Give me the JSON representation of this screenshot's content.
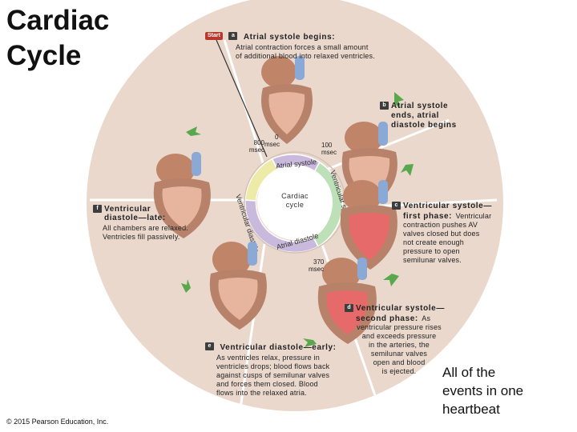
{
  "title": {
    "line1": "Cardiac",
    "line2": "Cycle"
  },
  "center_label": {
    "line1": "Cardiac",
    "line2": "cycle"
  },
  "start_label": "Start",
  "ring_labels": {
    "atrial_systole": "Atrial systole",
    "atrial_diastole": "Atrial diastole",
    "ventricular_systole": "Ventricular systole",
    "ventricular_diastole": "Ventricular diastole"
  },
  "times": {
    "t0": {
      "value": "0",
      "unit": "msec"
    },
    "t100": {
      "value": "100",
      "unit": "msec"
    },
    "t370": {
      "value": "370",
      "unit": "msec"
    },
    "t800": {
      "value": "800",
      "unit": "msec"
    }
  },
  "phases": {
    "a": {
      "letter": "a",
      "title": "Atrial systole begins:",
      "desc": [
        "Atrial contraction forces a small amount",
        "of additional blood into relaxed ventricles."
      ]
    },
    "b": {
      "letter": "b",
      "title": [
        "Atrial systole",
        "ends, atrial",
        "diastole begins"
      ]
    },
    "c": {
      "letter": "c",
      "title": [
        "Ventricular systole—",
        "first phase:"
      ],
      "desc_inline": "Ventricular",
      "desc": [
        "contraction pushes AV",
        "valves closed but does",
        "not create enough",
        "pressure to open",
        "semilunar valves."
      ]
    },
    "d": {
      "letter": "d",
      "title": [
        "Ventricular systole—",
        "second phase:"
      ],
      "desc_inline": "As",
      "desc": [
        "ventricular pressure rises",
        "and exceeds pressure",
        "in the arteries, the",
        "semilunar valves",
        "open and blood",
        "is ejected."
      ]
    },
    "e": {
      "letter": "e",
      "title": "Ventricular diastole—early:",
      "desc": [
        "As ventricles relax, pressure in",
        "ventricles drops; blood flows back",
        "against cusps of semilunar valves",
        "and forces them closed. Blood",
        "flows into the relaxed atria."
      ]
    },
    "f": {
      "letter": "f",
      "title": [
        "Ventricular",
        "diastole—late:"
      ],
      "desc": [
        "All chambers are relaxed.",
        "Ventricles fill passively."
      ]
    }
  },
  "caption": [
    "All of the",
    "events in one",
    "heartbeat"
  ],
  "copyright": "© 2015 Pearson Education, Inc.",
  "colors": {
    "big_circle": "#ead8cd",
    "ring_atrial": "#c9b9dc",
    "ring_ventricular": "#bde0b8",
    "ring_diastole": "#eeeaa8",
    "heart_wall": "#b8826a",
    "heart_relaxed": "#e7b49d",
    "heart_contracting": "#e76a6a",
    "vessel_blue": "#8aa9d6",
    "arrow": "#3a3a3a"
  },
  "icons": [
    "heart-a",
    "heart-b",
    "heart-c",
    "heart-d",
    "heart-e",
    "heart-f"
  ]
}
